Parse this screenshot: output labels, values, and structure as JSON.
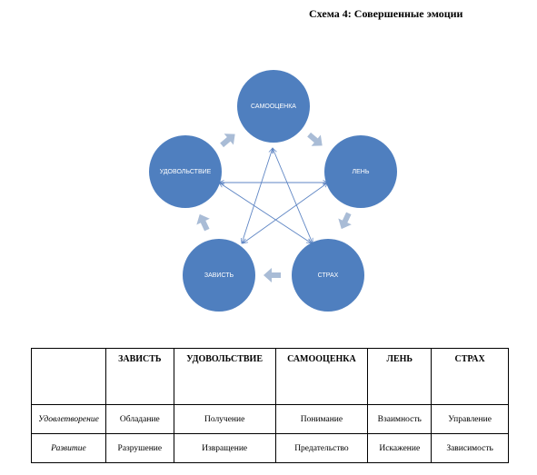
{
  "title": "Схема 4: Совершенные эмоции",
  "diagram": {
    "nodes": [
      {
        "id": "samootsenka",
        "label": "САМООЦЕНКА"
      },
      {
        "id": "len",
        "label": "ЛЕНЬ"
      },
      {
        "id": "strakh",
        "label": "СТРАХ"
      },
      {
        "id": "zavist",
        "label": "ЗАВИСТЬ"
      },
      {
        "id": "udovolstvie",
        "label": "УДОВОЛЬСТВИЕ"
      }
    ],
    "circle_color": "#4f7fbf",
    "arrow_color": "#a9bcd6",
    "line_color": "#5f86c4"
  },
  "table": {
    "columns": [
      "",
      "ЗАВИСТЬ",
      "УДОВОЛЬСТВИЕ",
      "САМООЦЕНКА",
      "ЛЕНЬ",
      "СТРАХ"
    ],
    "rows": [
      {
        "label": "Удовлетворение",
        "cells": [
          "Обладание",
          "Получение",
          "Понимание",
          "Взаимность",
          "Управление"
        ]
      },
      {
        "label": "Развитие",
        "cells": [
          "Разрушение",
          "Извращение",
          "Предательство",
          "Искажение",
          "Зависимость"
        ]
      }
    ]
  }
}
